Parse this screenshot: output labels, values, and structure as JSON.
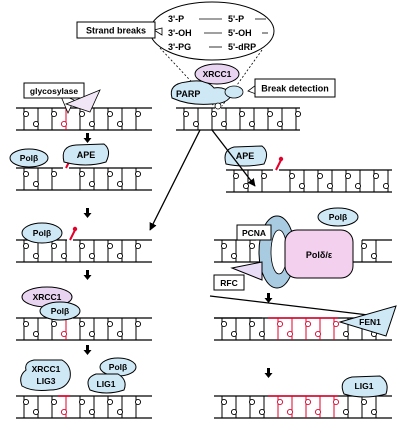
{
  "strand_breaks": {
    "title": "Strand breaks",
    "ends_3prime": [
      "3'-P",
      "3'-OH",
      "3'-PG"
    ],
    "ends_5prime": [
      "5'-P",
      "5'-OH",
      "5'-dRP"
    ]
  },
  "break_detection": {
    "label": "Break detection"
  },
  "proteins": {
    "xrcc1": "XRCC1",
    "parp": "PARP",
    "glycosylase": "glycosylase",
    "polb": "Polβ",
    "ape": "APE",
    "lig3": "LIG3",
    "lig1": "LIG1",
    "pcna": "PCNA",
    "pold": "Polδ/ε",
    "rfc": "RFC",
    "fen1": "FEN1"
  },
  "colors": {
    "ink": "#000000",
    "lesion": "#e4002b",
    "protein_fill": "#cfe8f5",
    "xrcc1_fill": "#e8d4f0",
    "pcna_fill": "#a9cbe2",
    "pold_fill": "#f3d1ee",
    "rfc_fill": "#e9dcf7"
  }
}
